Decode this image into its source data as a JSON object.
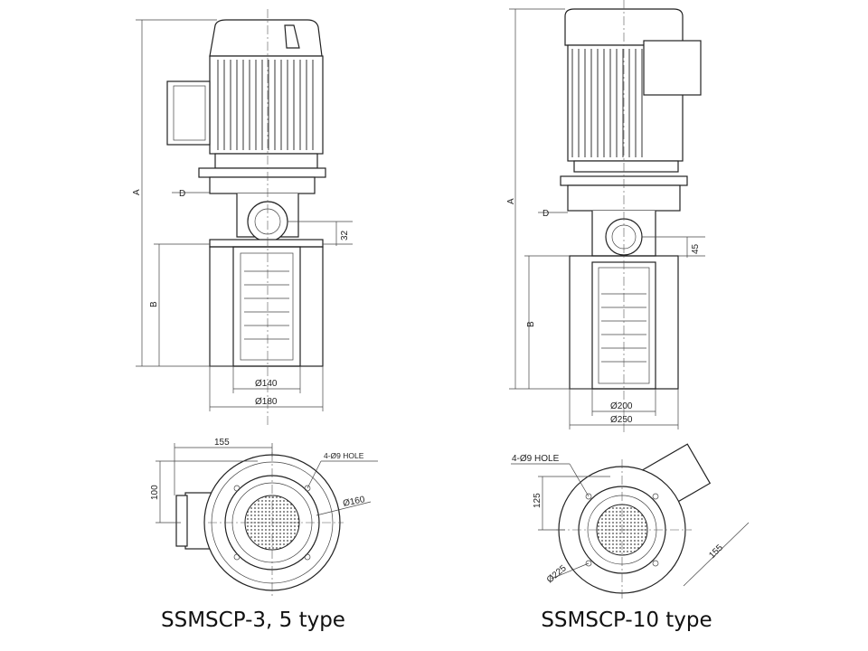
{
  "left_drawing": {
    "caption": "SSMSCP-3, 5 type",
    "dim_A": "A",
    "dim_B": "B",
    "dim_D": "D",
    "dim_32": "32",
    "dim_inner_dia": "Ø140",
    "dim_outer_dia": "Ø180",
    "plan_155": "155",
    "plan_100": "100",
    "plan_hole": "4-Ø9 HOLE",
    "plan_dia": "Ø160"
  },
  "right_drawing": {
    "caption": "SSMSCP-10 type",
    "dim_A": "A",
    "dim_B": "B",
    "dim_D": "D",
    "dim_45": "45",
    "dim_inner_dia": "Ø200",
    "dim_outer_dia": "Ø250",
    "plan_hole": "4-Ø9 HOLE",
    "plan_125": "125",
    "plan_dia": "Ø225",
    "plan_155": "155"
  }
}
